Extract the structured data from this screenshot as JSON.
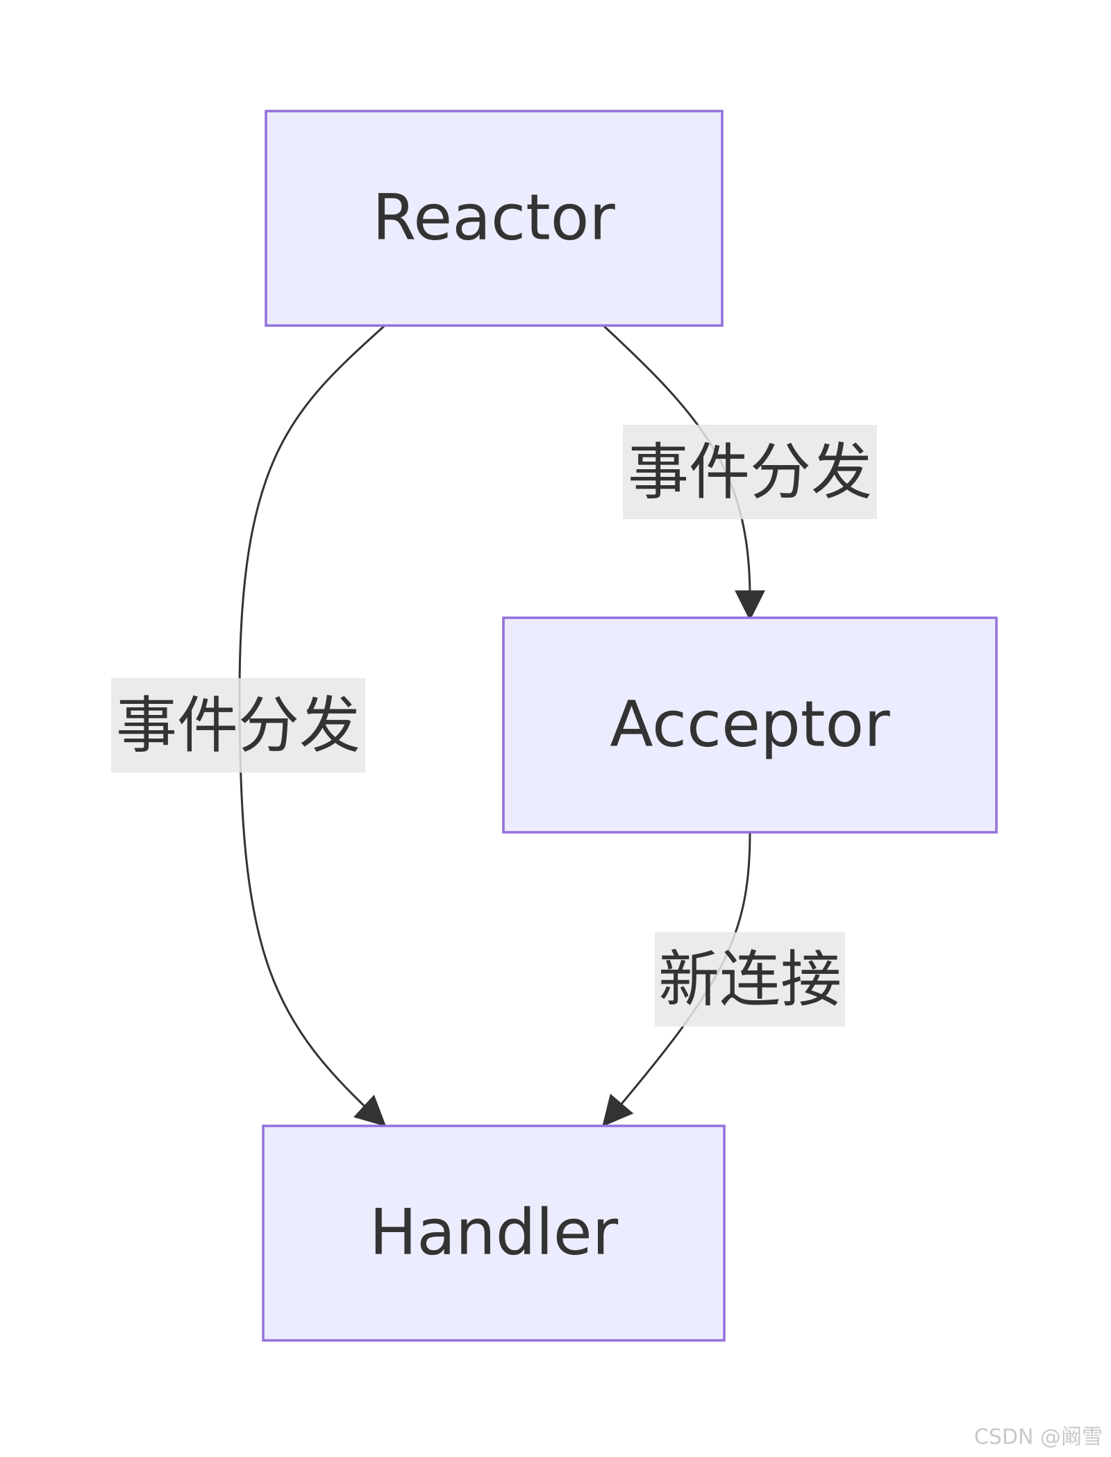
{
  "nodes": {
    "reactor": {
      "label": "Reactor"
    },
    "acceptor": {
      "label": "Acceptor"
    },
    "handler": {
      "label": "Handler"
    }
  },
  "edges": {
    "reactor_to_acceptor": {
      "from": "Reactor",
      "to": "Acceptor",
      "label": "事件分发"
    },
    "reactor_to_handler": {
      "from": "Reactor",
      "to": "Handler",
      "label": "事件分发"
    },
    "acceptor_to_handler": {
      "from": "Acceptor",
      "to": "Handler",
      "label": "新连接"
    }
  },
  "watermark": "CSDN @阚雪",
  "colors": {
    "node_fill": "#ececff",
    "node_stroke": "#9370db",
    "edge": "#333333",
    "label_bg": "#e8e8e8"
  }
}
